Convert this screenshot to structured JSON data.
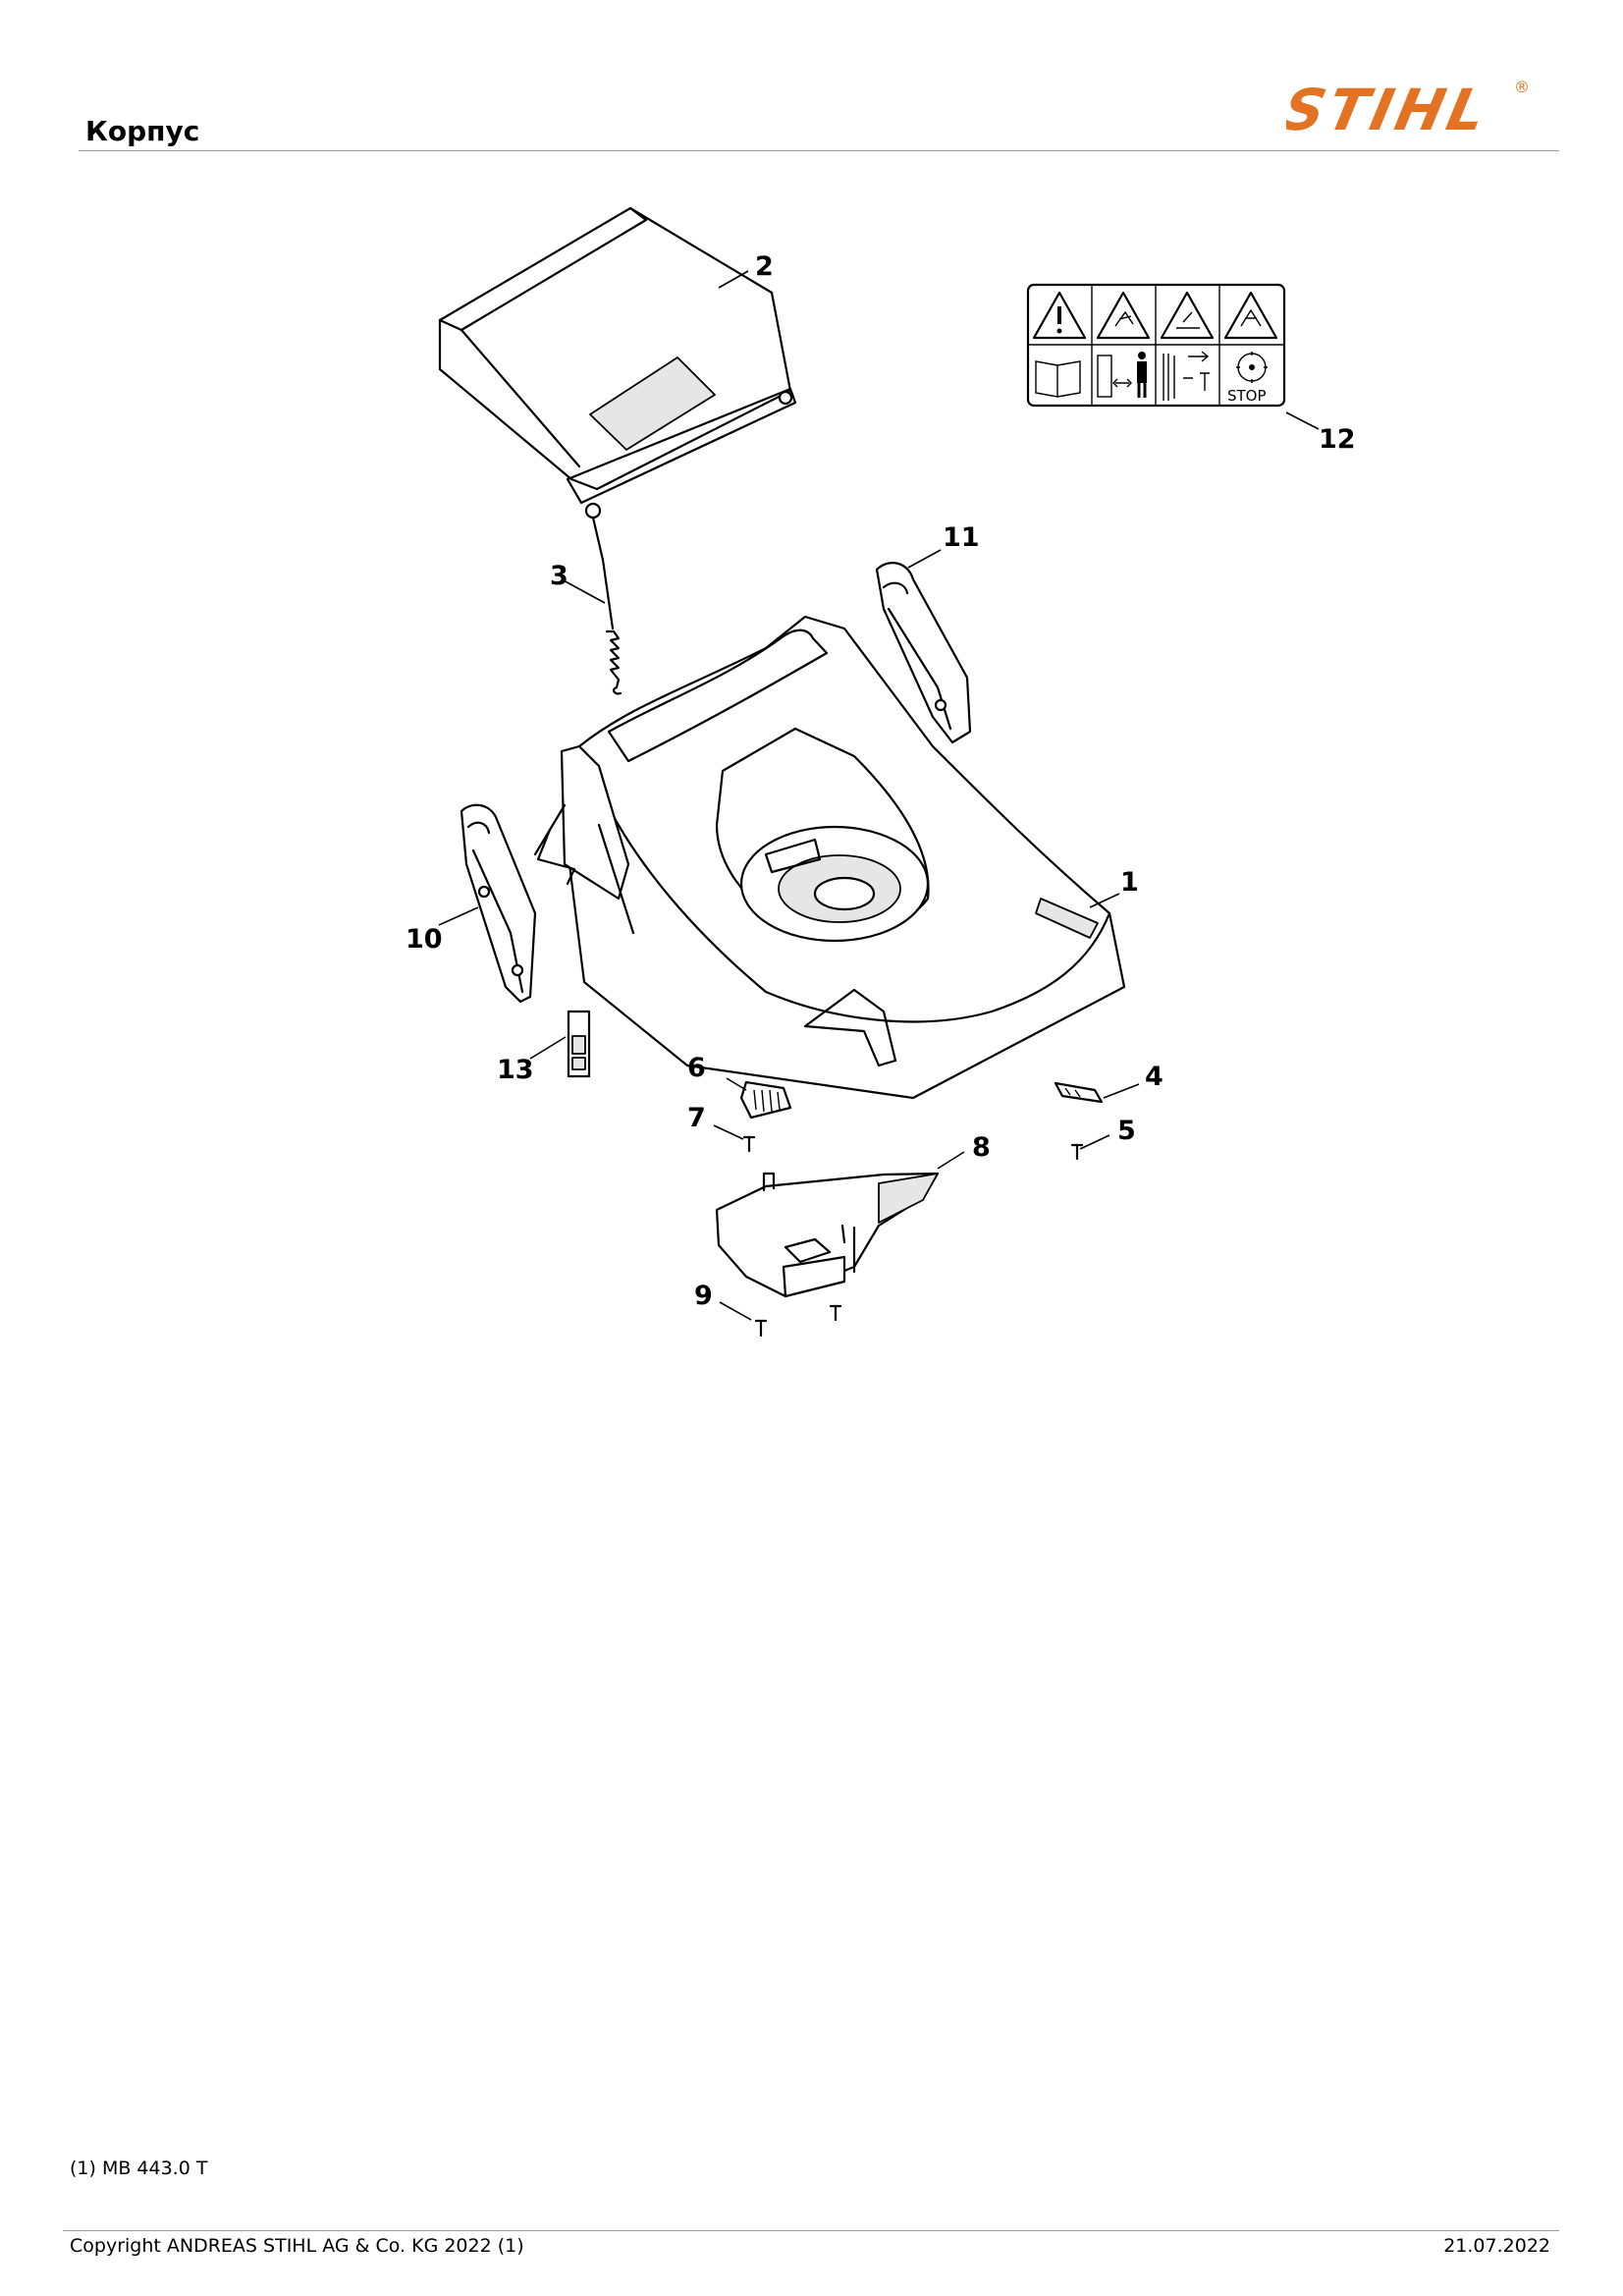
{
  "header": {
    "title": "Корпус",
    "brand": "STIHL",
    "brand_mark": "®",
    "brand_color": "#e37222"
  },
  "diagram": {
    "callouts": [
      "1",
      "2",
      "3",
      "4",
      "5",
      "6",
      "7",
      "8",
      "9",
      "10",
      "11",
      "12",
      "13"
    ],
    "sticker_text": "STOP"
  },
  "footer": {
    "footnote": "(1) MB 443.0 T",
    "copyright": "Copyright ANDREAS STIHL AG & Co. KG 2022 (1)",
    "date": "21.07.2022"
  }
}
